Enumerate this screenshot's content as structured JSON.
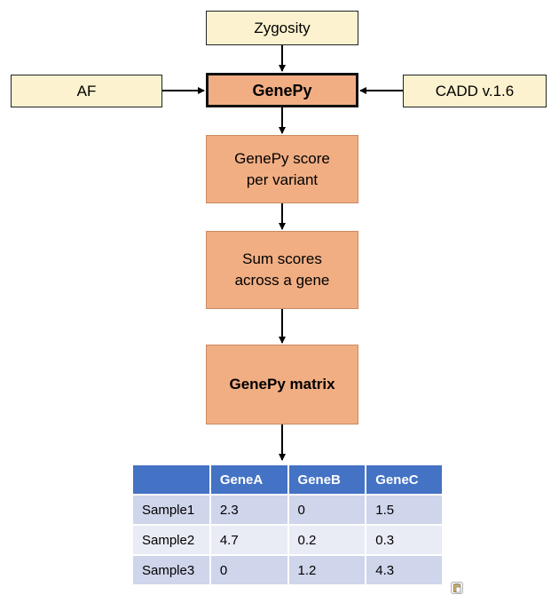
{
  "diagram": {
    "inputs": {
      "zygosity": "Zygosity",
      "af": "AF",
      "cadd": "CADD v.1.6"
    },
    "central": "GenePy",
    "steps": [
      {
        "line1": "GenePy score",
        "line2": "per variant"
      },
      {
        "line1": "Sum scores",
        "line2": "across a gene"
      },
      {
        "line1": "GenePy matrix",
        "line2": ""
      }
    ]
  },
  "table": {
    "headers": [
      "",
      "GeneA",
      "GeneB",
      "GeneC"
    ],
    "rows": [
      [
        "Sample1",
        "2.3",
        "0",
        "1.5"
      ],
      [
        "Sample2",
        "4.7",
        "0.2",
        "0.3"
      ],
      [
        "Sample3",
        "0",
        "1.2",
        "4.3"
      ]
    ]
  },
  "colors": {
    "input_fill": "#fdf2cf",
    "process_fill": "#f1ae83",
    "table_header": "#4472c4",
    "table_row_dark": "#cfd5ea",
    "table_row_light": "#e9ebf5"
  },
  "icons": [
    "arrow-down-icon",
    "arrow-right-icon",
    "arrow-left-icon",
    "paste-options-icon"
  ]
}
